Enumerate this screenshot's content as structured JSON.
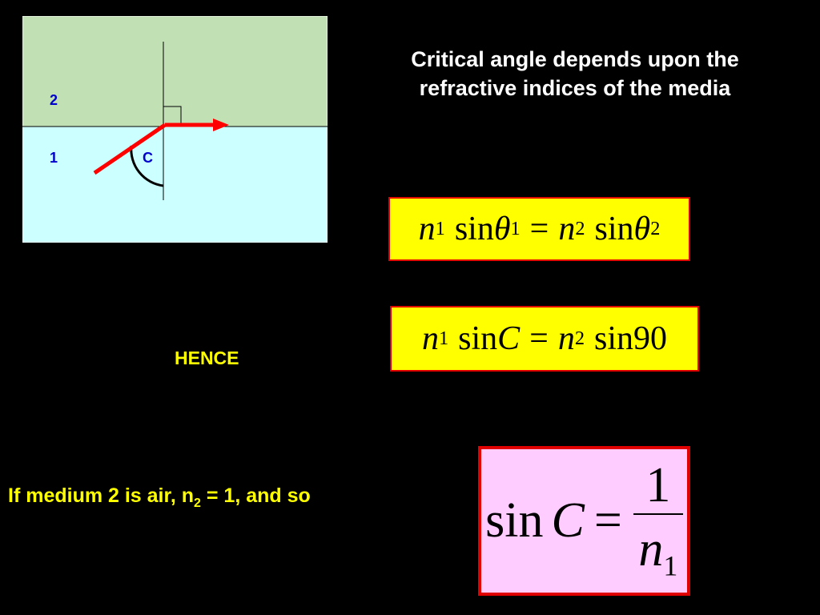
{
  "diagram": {
    "medium_top_label": "2",
    "medium_bottom_label": "1",
    "angle_label": "C",
    "colors": {
      "medium_2": "#c1e1b5",
      "medium_1": "#ccffff",
      "ray": "#ff0000",
      "labels": "#0000cc"
    }
  },
  "title": {
    "line1": "Critical angle depends upon the",
    "line2": "refractive indices of the media"
  },
  "hence": "HENCE",
  "note": {
    "text_before": "If medium 2 is air, n",
    "subscript": "2",
    "text_after": " = 1,  and so"
  },
  "equations": {
    "snell": {
      "n1": "n",
      "sub1": "1",
      "sin1": "sin",
      "theta1": "θ",
      "tsub1": "1",
      "eq": "=",
      "n2": "n",
      "sub2": "2",
      "sin2": "sin",
      "theta2": "θ",
      "tsub2": "2"
    },
    "critical": {
      "n1": "n",
      "sub1": "1",
      "sin1": "sin",
      "c": "C",
      "eq": "=",
      "n2": "n",
      "sub2": "2",
      "sin2": "sin",
      "angle": "90"
    },
    "result": {
      "sin": "sin",
      "c": "C",
      "eq": "=",
      "numerator": "1",
      "den_n": "n",
      "den_sub": "1"
    }
  }
}
